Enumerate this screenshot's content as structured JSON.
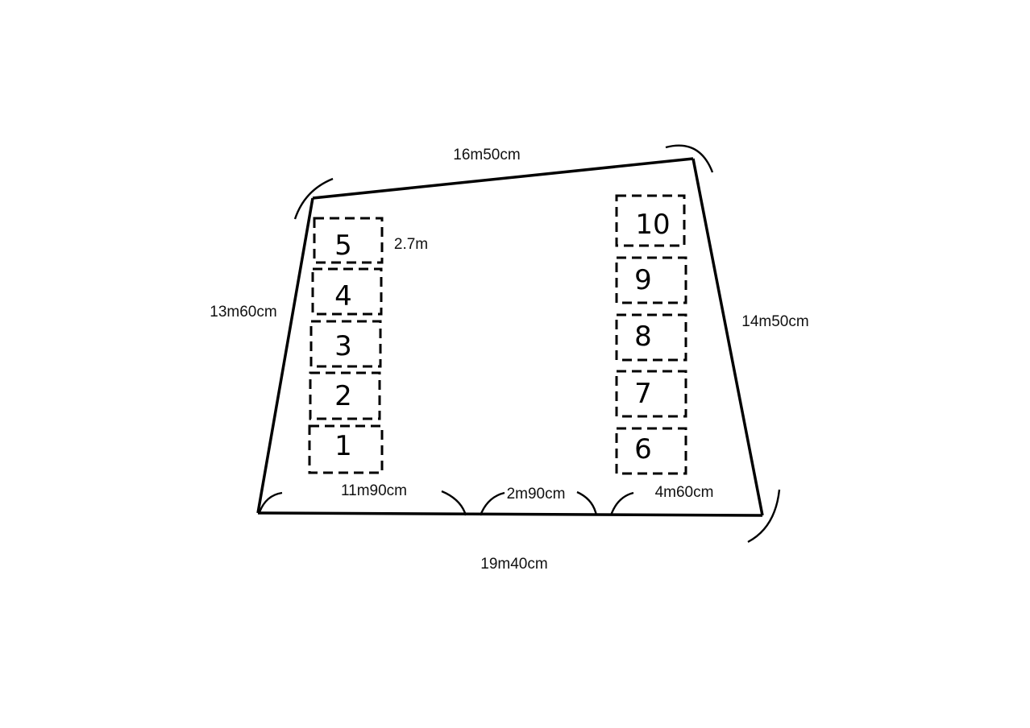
{
  "plan": {
    "dimensions": {
      "top": "16m50cm",
      "left": "13m60cm",
      "right": "14m50cm",
      "bottom_total": "19m40cm",
      "bottom_left": "11m90cm",
      "bottom_middle": "2m90cm",
      "bottom_right": "4m60cm",
      "space_width": "2.7m"
    },
    "spaces_left": [
      "5",
      "4",
      "3",
      "2",
      "1"
    ],
    "spaces_right": [
      "10",
      "9",
      "8",
      "7",
      "6"
    ]
  }
}
